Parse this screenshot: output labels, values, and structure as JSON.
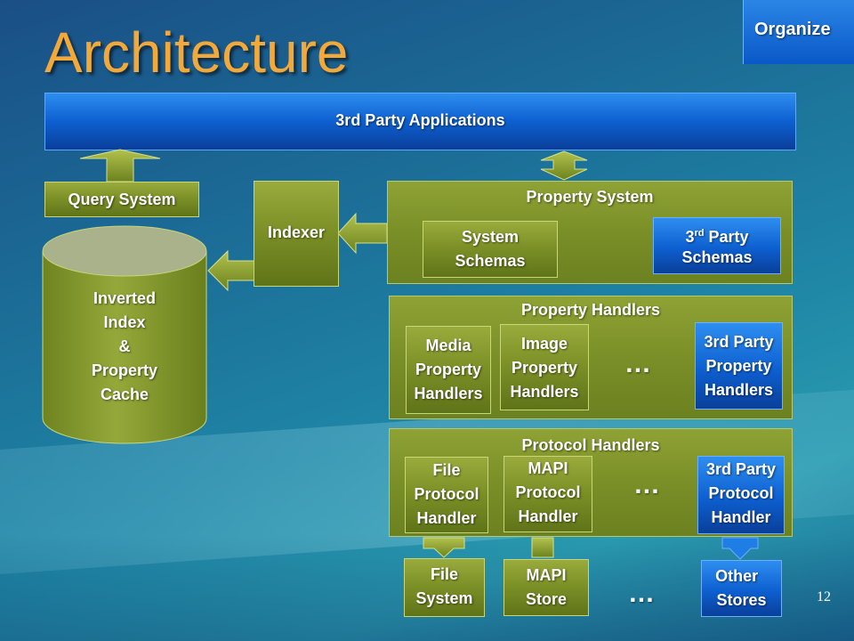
{
  "title": "Architecture",
  "corner_button": "Organize",
  "third_party_apps": "3rd Party Applications",
  "query_system": "Query System",
  "inverted_index": [
    "Inverted",
    "Index",
    "&",
    "Property",
    "Cache"
  ],
  "indexer": "Indexer",
  "property_system": {
    "title": "Property System",
    "system_schemas": [
      "System",
      "Schemas"
    ],
    "third_party_schemas_line1_base": "3",
    "third_party_schemas_line1_sup": "rd",
    "third_party_schemas_line1_rest": " Party",
    "third_party_schemas_line2": "Schemas"
  },
  "property_handlers": {
    "title": "Property Handlers",
    "media": [
      "Media",
      "Property",
      "Handlers"
    ],
    "image": [
      "Image",
      "Property",
      "Handlers"
    ],
    "ellipsis": "…",
    "third_party": [
      "3rd Party",
      "Property",
      "Handlers"
    ]
  },
  "protocol_handlers": {
    "title": "Protocol Handlers",
    "file": [
      "File",
      "Protocol",
      "Handler"
    ],
    "mapi": [
      "MAPI",
      "Protocol",
      "Handler"
    ],
    "ellipsis": "…",
    "third_party": [
      "3rd Party",
      "Protocol",
      "Handler"
    ]
  },
  "stores": {
    "file": [
      "File",
      "System"
    ],
    "mapi": [
      "MAPI",
      "Store"
    ],
    "ellipsis": "…",
    "other": [
      "Other",
      "Stores"
    ]
  },
  "page_number": "12",
  "colors": {
    "title": "#f2a93a",
    "olive": "#7d9128",
    "blue": "#0d5fd0",
    "background": "#1b6a95"
  }
}
